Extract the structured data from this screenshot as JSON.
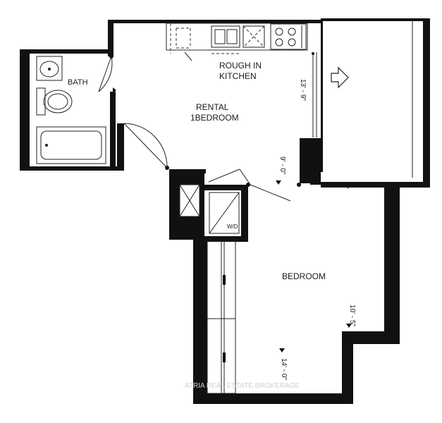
{
  "rooms": {
    "bath": "BATH",
    "kitchen_line1": "ROUGH IN",
    "kitchen_line2": "KITCHEN",
    "main_line1": "RENTAL",
    "main_line2": "1BEDROOM",
    "bedroom": "BEDROOM",
    "wd": "W/D"
  },
  "dimensions": {
    "kitchen_depth": "13' - 9\"",
    "hall_width": "9' - 0\"",
    "bedroom_width": "10' - 5\"",
    "bedroom_length": "14' - 0\""
  },
  "watermark": "ATRIA REAL ESTATE BROKERAGE",
  "icons": {
    "balcony_arrow": "arrow-right-icon"
  }
}
